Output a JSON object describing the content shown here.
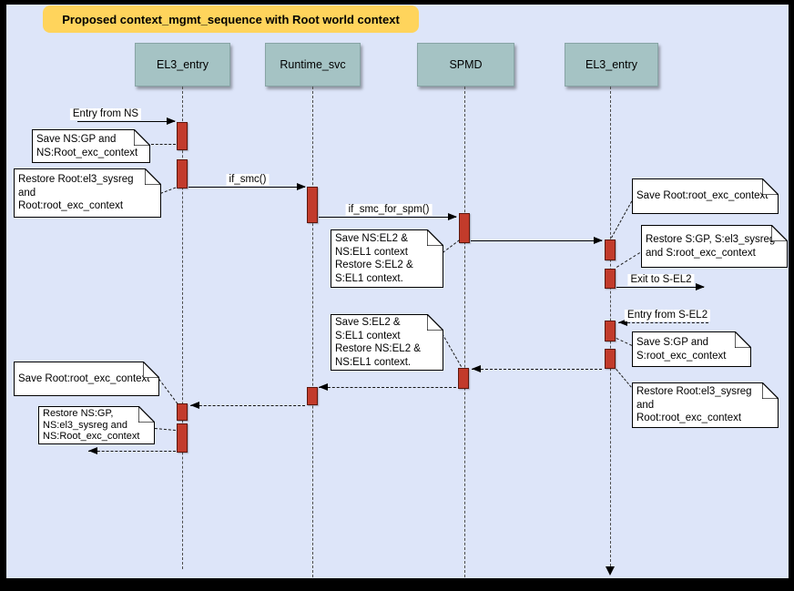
{
  "diagram": {
    "title": "Proposed context_mgmt_sequence with Root world context",
    "actors": [
      "EL3_entry",
      "Runtime_svc",
      "SPMD",
      "EL3_entry"
    ],
    "messages": {
      "entry_from_ns": "Entry from NS",
      "if_smc": "if_smc()",
      "if_smc_for_spm": "if_smc_for_spm()",
      "exit_to_s_el2": "Exit to S-EL2",
      "entry_from_s_el2": "Entry from S-EL2"
    },
    "notes": [
      "Save NS:GP and\nNS:Root_exc_context",
      "Restore Root:el3_sysreg\nand\nRoot:root_exc_context",
      "Save NS:EL2 &\nNS:EL1 context\nRestore S:EL2 &\nS:EL1 context.",
      "Save Root:root_exc_context",
      "Restore S:GP, S:el3_sysreg\nand S:root_exc_context",
      "Save S:GP and\nS:root_exc_context",
      "Restore Root:el3_sysreg\nand\nRoot:root_exc_context",
      "Save S:EL2 &\nS:EL1 context\nRestore NS:EL2 &\nNS:EL1 context.",
      "Save Root:root_exc_context",
      "Restore NS:GP,\nNS:el3_sysreg and\nNS:Root_exc_context"
    ],
    "colors": {
      "background": "#dde5f9",
      "frame": "#000000",
      "title_fill": "#ffd45c",
      "actor_fill": "#a5c3c4",
      "activation_fill": "#c23b2b",
      "activation_stroke": "#5d170d",
      "note_fill": "#ffffff"
    }
  }
}
